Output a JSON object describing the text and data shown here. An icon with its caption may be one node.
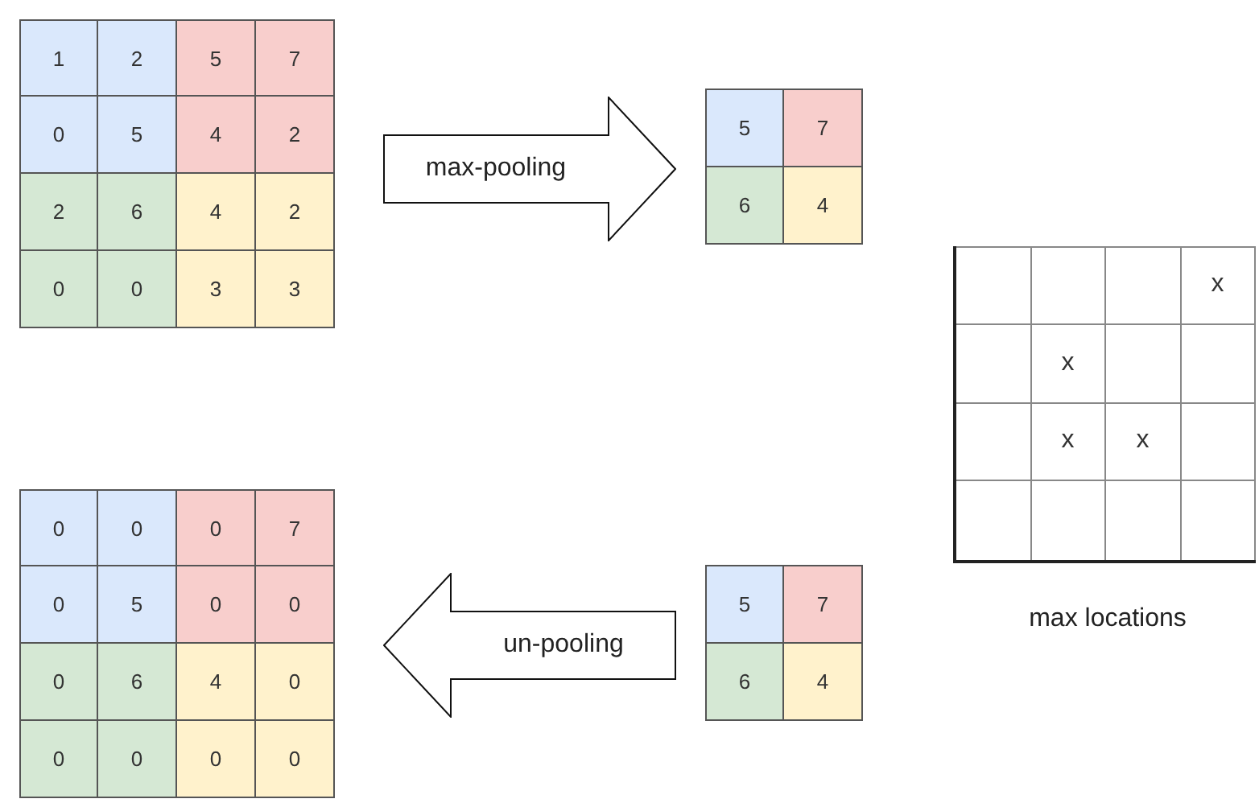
{
  "diagram": {
    "nodes": [
      {
        "text": [],
        "shape": "box"
      },
      {
        "text": [
          "1"
        ],
        "in": 0
      },
      {
        "text": [
          "2"
        ],
        "in": 0
      },
      {
        "text": [
          "5"
        ],
        "in": 0
      },
      {
        "text": [
          "7"
        ],
        "in": 0
      },
      {
        "text": [
          "0"
        ],
        "in": 0
      },
      {
        "text": [
          "5"
        ],
        "in": 0
      },
      {
        "text": [
          "4"
        ],
        "in": 0
      },
      {
        "text": [
          "2"
        ],
        "in": 0
      },
      {
        "text": [
          "2"
        ],
        "in": 0
      },
      {
        "text": [
          "6"
        ],
        "in": 0
      },
      {
        "text": [
          "4"
        ],
        "in": 0
      },
      {
        "text": [
          "2"
        ],
        "in": 0
      },
      {
        "text": [
          "0"
        ],
        "in": 0
      },
      {
        "text": [
          "0"
        ],
        "in": 0
      },
      {
        "text": [
          "3"
        ],
        "in": 0
      },
      {
        "text": [
          "3"
        ],
        "in": 0
      },
      {
        "text": [
          "max-pooling"
        ]
      },
      {
        "text": [],
        "shape": "box"
      },
      {
        "text": [
          "5"
        ],
        "in": 18
      },
      {
        "text": [
          "7"
        ],
        "in": 18
      },
      {
        "text": [
          "6"
        ],
        "in": 18
      },
      {
        "text": [
          "4"
        ],
        "in": 18
      },
      {
        "text": [],
        "shape": "box",
        "beside": [
          "max locations"
        ]
      },
      {
        "text": [],
        "shape": "box",
        "in": 23
      },
      {
        "text": [],
        "shape": "box",
        "in": 23
      },
      {
        "text": [],
        "shape": "box",
        "in": 23
      },
      {
        "text": [
          "x"
        ],
        "in": 23
      },
      {
        "text": [],
        "shape": "box",
        "in": 23
      },
      {
        "text": [
          "x"
        ],
        "in": 23
      },
      {
        "text": [],
        "shape": "box",
        "in": 23
      },
      {
        "text": [],
        "shape": "box",
        "in": 23
      },
      {
        "text": [],
        "shape": "box",
        "in": 23
      },
      {
        "text": [
          "x"
        ],
        "in": 23
      },
      {
        "text": [
          "x"
        ],
        "in": 23
      },
      {
        "text": [],
        "shape": "box",
        "in": 23
      },
      {
        "text": [],
        "shape": "box",
        "in": 23
      },
      {
        "text": [],
        "shape": "box",
        "in": 23
      },
      {
        "text": [],
        "shape": "box",
        "in": 23
      },
      {
        "text": [],
        "shape": "box",
        "in": 23
      },
      {
        "text": [],
        "shape": "box"
      },
      {
        "text": [
          "0"
        ],
        "in": 40
      },
      {
        "text": [
          "0"
        ],
        "in": 40
      },
      {
        "text": [
          "0"
        ],
        "in": 40
      },
      {
        "text": [
          "7"
        ],
        "in": 40
      },
      {
        "text": [
          "0"
        ],
        "in": 40
      },
      {
        "text": [
          "5"
        ],
        "in": 40
      },
      {
        "text": [
          "0"
        ],
        "in": 40
      },
      {
        "text": [
          "0"
        ],
        "in": 40
      },
      {
        "text": [
          "0"
        ],
        "in": 40
      },
      {
        "text": [
          "6"
        ],
        "in": 40
      },
      {
        "text": [
          "4"
        ],
        "in": 40
      },
      {
        "text": [
          "0"
        ],
        "in": 40
      },
      {
        "text": [
          "0"
        ],
        "in": 40
      },
      {
        "text": [
          "0"
        ],
        "in": 40
      },
      {
        "text": [
          "0"
        ],
        "in": 40
      },
      {
        "text": [
          "0"
        ],
        "in": 40
      },
      {
        "text": [
          "un-pooling"
        ]
      },
      {
        "text": [],
        "shape": "box"
      },
      {
        "text": [
          "5"
        ],
        "in": 58
      },
      {
        "text": [
          "7"
        ],
        "in": 58
      },
      {
        "text": [
          "6"
        ],
        "in": 58
      },
      {
        "text": [
          "4"
        ],
        "in": 58
      }
    ]
  }
}
